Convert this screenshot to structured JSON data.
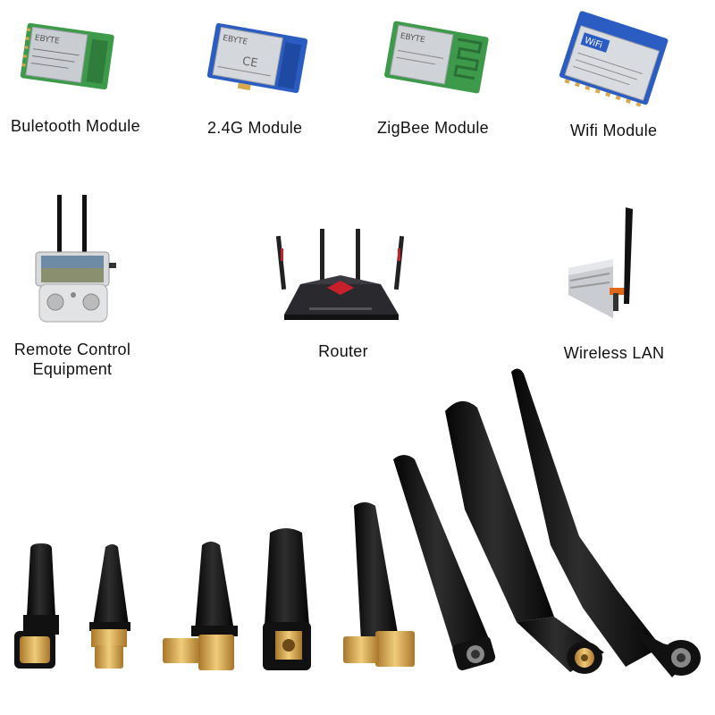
{
  "applications": [
    {
      "label": "Buletooth Module",
      "icon": "bluetooth-module-image"
    },
    {
      "label": "2.4G Module",
      "icon": "2-4g-module-image"
    },
    {
      "label": "ZigBee Module",
      "icon": "zigbee-module-image"
    },
    {
      "label": "Wifi Module",
      "icon": "wifi-module-image"
    },
    {
      "label": "Remote Control Equipment",
      "icon": "remote-control-image"
    },
    {
      "label": "Router",
      "icon": "router-image"
    },
    {
      "label": "Wireless LAN",
      "icon": "wireless-lan-image"
    }
  ],
  "module_marks": {
    "wifi_logo": "WiFi",
    "ebyte": "EBYTE"
  },
  "colors": {
    "pcb_green": "#3c9a4a",
    "pcb_blue": "#2a5cc2",
    "gold": "#d8a94a",
    "antenna_black": "#111111",
    "router_red": "#c8202a"
  }
}
